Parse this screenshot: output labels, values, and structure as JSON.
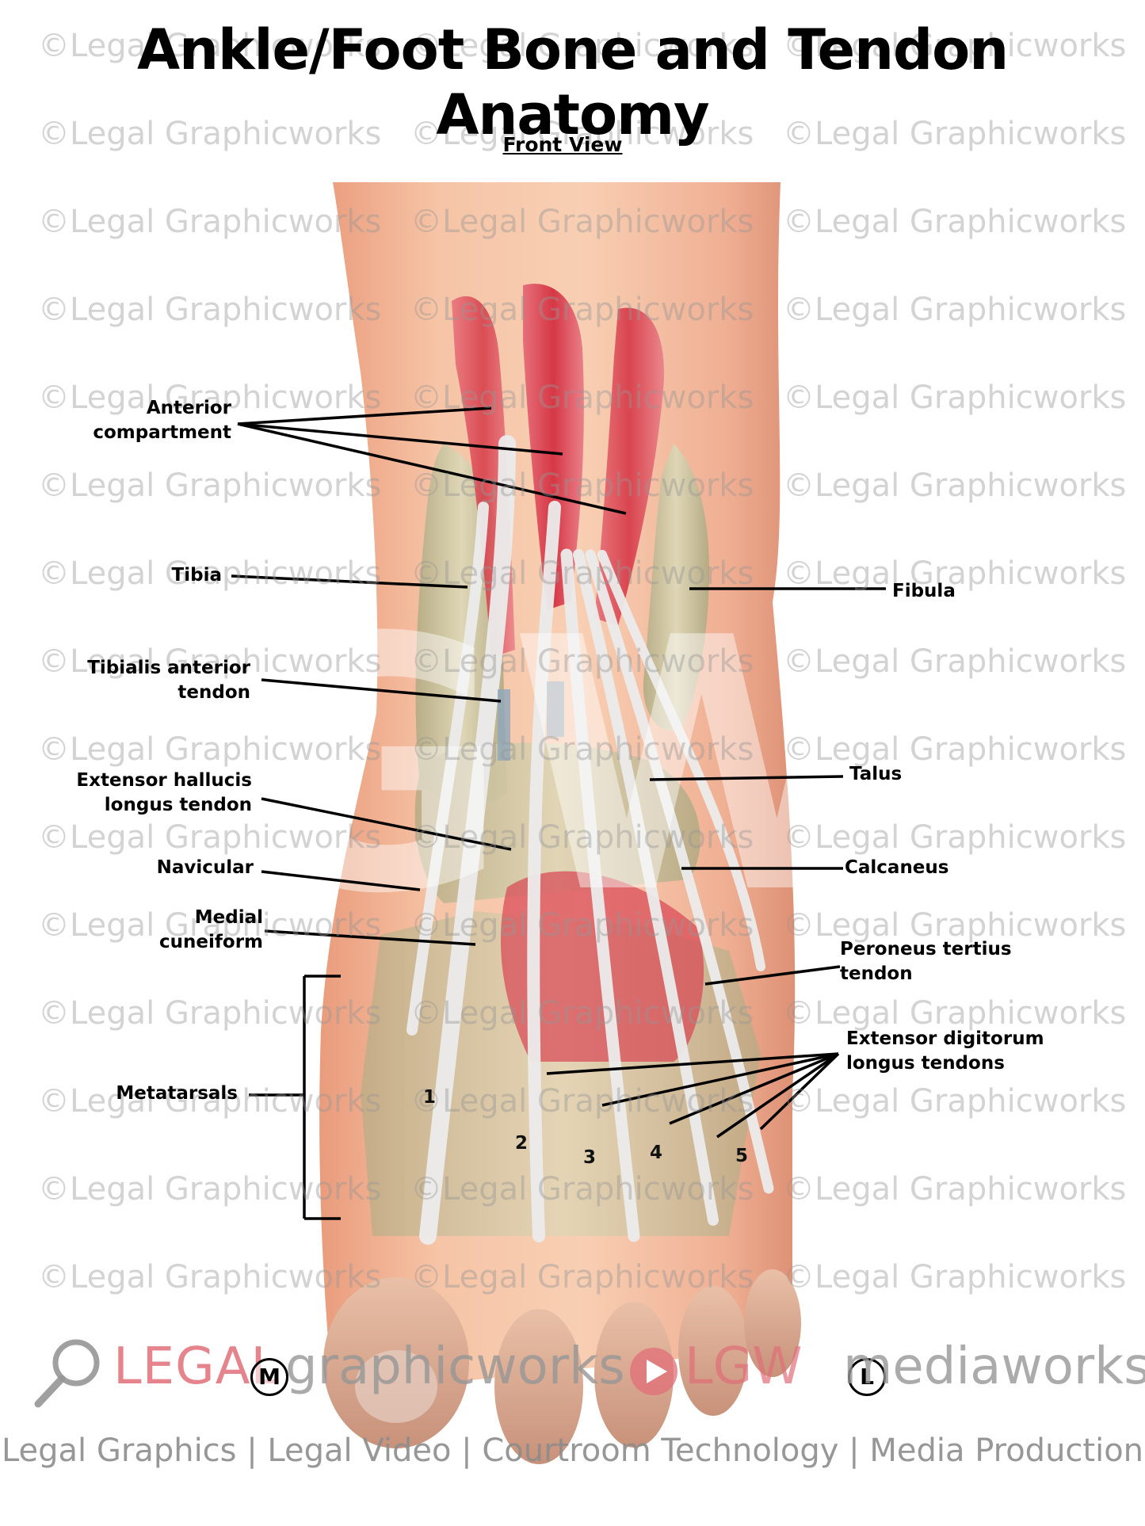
{
  "title": "Ankle/Foot Bone and Tendon Anatomy",
  "subtitle": "Front View",
  "watermark_text": "©Legal Graphicworks",
  "colors": {
    "skin": "#f2b99a",
    "muscle": "#d9434f",
    "tendon": "#e6e6e6",
    "bone": "#cfc59f",
    "brand_red": "#e06e78",
    "brand_gray": "#969696"
  },
  "labels": {
    "anterior_compartment": [
      "Anterior",
      "compartment"
    ],
    "tibia": "Tibia",
    "fibula": "Fibula",
    "tibialis_anterior_tendon": [
      "Tibialis anterior",
      "tendon"
    ],
    "extensor_hallucis_longus_tendon": [
      "Extensor hallucis",
      "longus tendon"
    ],
    "talus": "Talus",
    "navicular": "Navicular",
    "calcaneus": "Calcaneus",
    "medial_cuneiform": [
      "Medial",
      "cuneiform"
    ],
    "peroneus_tertius_tendon": [
      "Peroneus tertius",
      "tendon"
    ],
    "extensor_digitorum_longus_tendons": [
      "Extensor digitorum",
      "longus tendons"
    ],
    "metatarsals": "Metatarsals"
  },
  "metatarsal_numbers": [
    "1",
    "2",
    "3",
    "4",
    "5"
  ],
  "brand": {
    "legal": "LEGAL",
    "graphicworks": "graphicworks",
    "m_badge": "M",
    "lgw": "LGW",
    "mediaworks": "mediaworks",
    "l_badge": "L",
    "tagline": "Legal Graphics | Legal Video | Courtroom Technology | Media Production",
    "center_logo": "GW"
  },
  "icons": [
    "magnifier-icon",
    "play-icon"
  ]
}
